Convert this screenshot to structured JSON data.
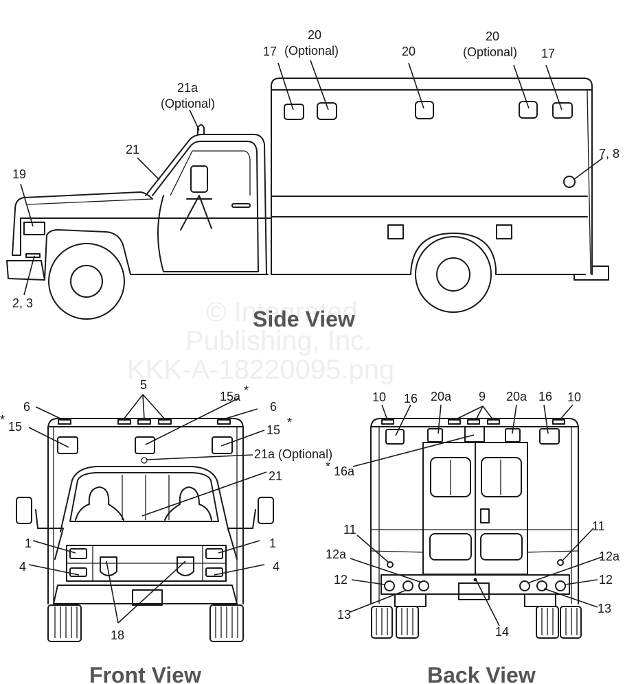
{
  "watermark": {
    "line1": "© Integrated",
    "line2": "Publishing, Inc.",
    "line3": "KKK-A-18220095.png"
  },
  "colors": {
    "ink": "#1a1a1a",
    "title": "#555555",
    "watermark": "#eeeeee"
  },
  "side_view": {
    "title": "Side View",
    "labels": {
      "l19": "19",
      "l2_3": "2, 3",
      "l21": "21",
      "l21a": "21a",
      "l21a_opt": "(Optional)",
      "l17_left": "17",
      "l20_left": "20",
      "l20_left_opt": "(Optional)",
      "l20_mid": "20",
      "l20_right": "20",
      "l20_right_opt": "(Optional)",
      "l17_right": "17",
      "l7_8": "7, 8"
    }
  },
  "front_view": {
    "title": "Front View",
    "labels": {
      "l5": "5",
      "l6_left": "6",
      "l6_right": "6",
      "l15a": "15a",
      "l15a_star": "*",
      "l15_left": "15",
      "l15_left_star": "*",
      "l15_right": "15",
      "l15_right_star": "*",
      "l21a": "21a (Optional)",
      "l21": "21",
      "l1_left": "1",
      "l1_right": "1",
      "l4_left": "4",
      "l4_right": "4",
      "l18": "18"
    }
  },
  "back_view": {
    "title": "Back View",
    "labels": {
      "l10_left": "10",
      "l16_left": "16",
      "l20a_left": "20a",
      "l9": "9",
      "l20a_right": "20a",
      "l16_right": "16",
      "l10_right": "10",
      "l16a": "16a",
      "l16a_star": "*",
      "l11_left": "11",
      "l11_right": "11",
      "l12a_left": "12a",
      "l12a_right": "12a",
      "l12_left": "12",
      "l12_right": "12",
      "l13_left": "13",
      "l13_right": "13",
      "l14": "14"
    }
  }
}
